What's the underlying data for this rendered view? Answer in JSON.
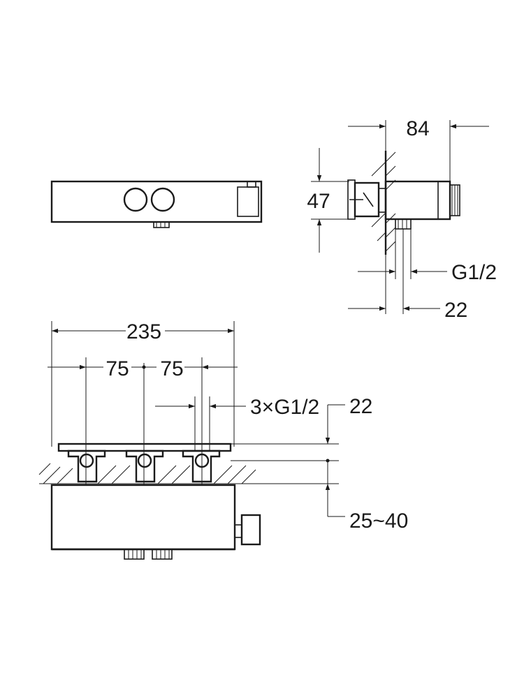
{
  "drawing": {
    "side_view": {
      "dim_depth": "84",
      "dim_height": "47",
      "dim_thread": "G1/2",
      "dim_offset": "22"
    },
    "top_view": {
      "dim_width": "235",
      "dim_spacing_left": "75",
      "dim_spacing_right": "75",
      "dim_ports": "3×G1/2",
      "dim_cover": "22",
      "dim_wall": "25~40"
    },
    "colors": {
      "line": "#1a1a1a",
      "background": "#ffffff"
    }
  }
}
